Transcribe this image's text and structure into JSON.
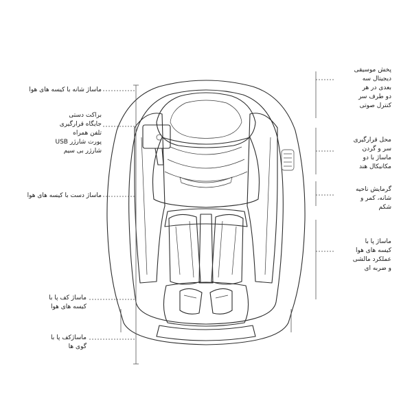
{
  "labels_left": [
    {
      "id": "shoulder-airbag",
      "text": "ماساژ شانه با کیسه های هوا"
    },
    {
      "id": "phone-bracket",
      "text": "براکت دستی\nجایگاه   قرارگیری\nتلفن همراه\nپورت شارژر USB\nشارژر بی سیم"
    },
    {
      "id": "arm-airbag",
      "text": "ماساژ دست با کیسه های هوا"
    },
    {
      "id": "sole-airbag",
      "text": "ماساژ کف پا با\nکیسه های هوا"
    },
    {
      "id": "sole-roller",
      "text": "ماساژکف پا با\nگوی ها"
    }
  ],
  "labels_right": [
    {
      "id": "digital-music",
      "text": "پخش موسیقی\nدیجیتال    سه\nبعدی  در  هر\nدو  طرف  سر\nکنترل صوتی"
    },
    {
      "id": "head-neck",
      "text": "محل قرارگیری\nسر و گردن\nماساژ   با   دو\nمکانیکال  هند"
    },
    {
      "id": "heating",
      "text": "گرمایش ناحیه\nشانه،  کمر  و\nشکم"
    },
    {
      "id": "leg-airbag",
      "text": "ماساژ پا با\nکیسه های هوا\nعملکرد مالشی\nو ضربه ای"
    }
  ]
}
